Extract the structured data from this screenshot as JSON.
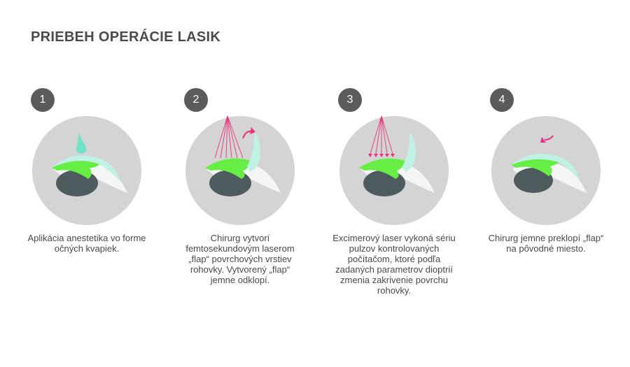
{
  "title": "PRIEBEH OPERÁCIE LASIK",
  "colors": {
    "badge": "#5b5b5b",
    "circle": "#d4d4d4",
    "pupil": "#4d5a5e",
    "flap": "#66ee44",
    "cornea": "#bff2e4",
    "drop": "#6fe3c8",
    "laser": "#e8327a"
  },
  "steps": [
    {
      "number": "1",
      "description": "Aplikácia anestetika vo forme očných kvapiek."
    },
    {
      "number": "2",
      "description": "Chirurg vytvorí femtosekundovým laserom „flap“ povrchových vrstiev rohovky. Vytvorený „flap“ jemne odklopí."
    },
    {
      "number": "3",
      "description": "Excimerový laser vykoná sériu pulzov kontrolovaných počítačom, ktoré podľa zadaných parametrov dioptrií zmenia zakrivenie povrchu rohovky."
    },
    {
      "number": "4",
      "description": "Chirurg jemne preklopí „flap“ na pôvodné miesto."
    }
  ]
}
